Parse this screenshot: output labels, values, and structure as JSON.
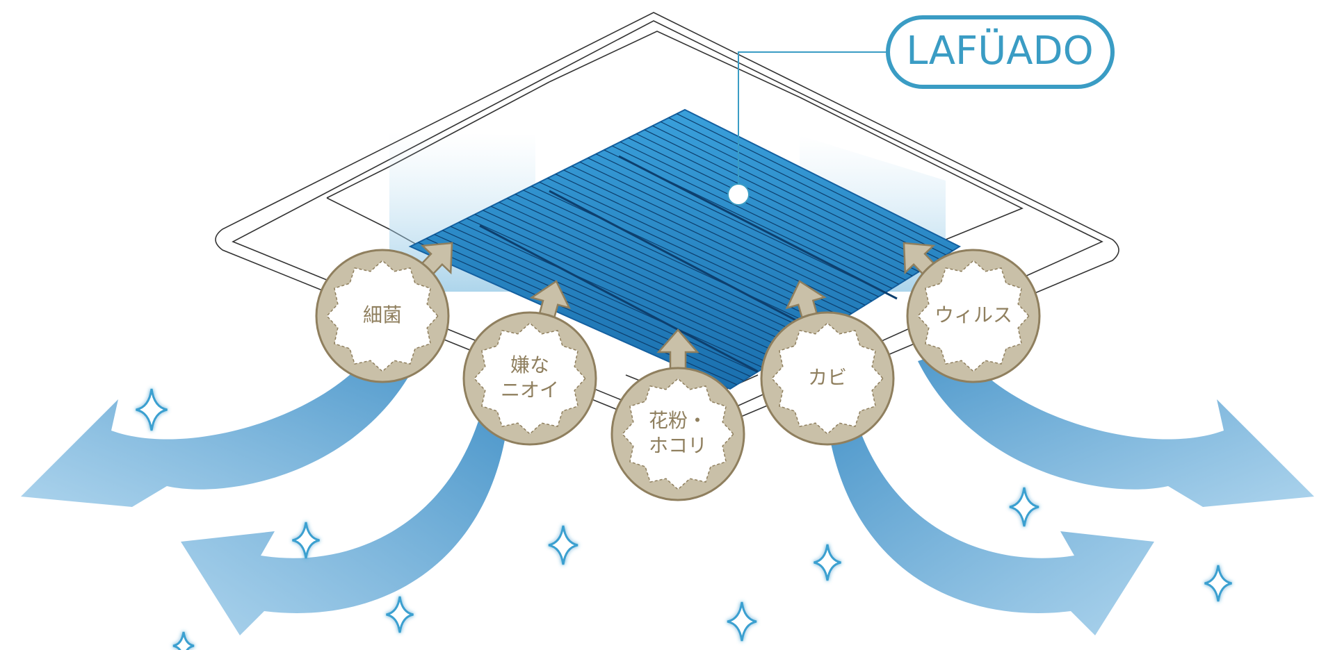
{
  "logo": {
    "text": "LAFÜADO"
  },
  "badges": [
    {
      "lines": [
        "細菌"
      ]
    },
    {
      "lines": [
        "嫌な",
        "ニオイ"
      ]
    },
    {
      "lines": [
        "花粉・",
        "ホコリ"
      ]
    },
    {
      "lines": [
        "カビ"
      ]
    },
    {
      "lines": [
        "ウィルス"
      ]
    }
  ],
  "colors": {
    "filter_blue": "#2a8fcc",
    "filter_dark": "#1868a8",
    "airflow_blue": "#5aa6d4",
    "badge_ring": "#8f7f5e",
    "badge_fill": "#c9c0a8",
    "logo_blue": "#3a9cc4",
    "sparkle_blue": "#3aa0d0"
  },
  "icons": [
    "sparkle-icon",
    "arrow-icon",
    "air-conditioner-unit"
  ]
}
